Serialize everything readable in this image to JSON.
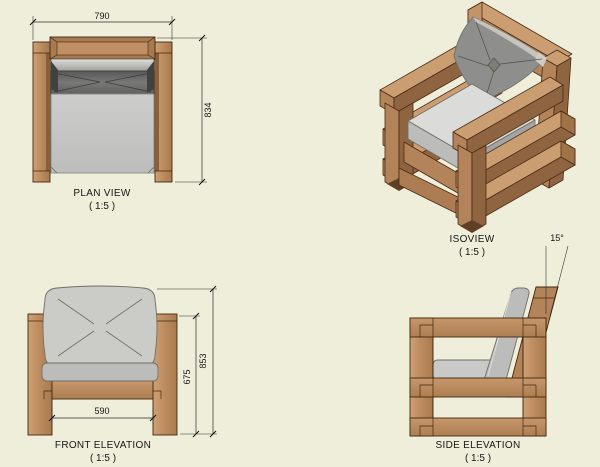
{
  "sheet": {
    "background": "#efeeda",
    "type": "furniture technical drawing, wooden armchair"
  },
  "colors": {
    "wood": "#b98b5f",
    "wood_light": "#c99b6e",
    "wood_dark": "#8f6440",
    "wood_outline": "#42280f",
    "cushion_light": "#cbcbc9",
    "cushion_mid": "#bcbcba",
    "cushion_dark": "#6b6b69",
    "dim_line": "#2a2a2a"
  },
  "views": {
    "plan": {
      "title": "PLAN VIEW",
      "scale": "( 1:5 )",
      "dims": {
        "overall_width": "790",
        "overall_depth": "834"
      }
    },
    "iso": {
      "title": "ISOVIEW",
      "scale": "( 1:5 )"
    },
    "front": {
      "title": "FRONT ELEVATION",
      "scale": "( 1:5 )",
      "dims": {
        "inner_width": "590",
        "arm_height": "675",
        "overall_height": "853"
      }
    },
    "side": {
      "title": "SIDE ELEVATION",
      "scale": "( 1:5 )",
      "dims": {
        "back_angle": "15°"
      }
    }
  }
}
